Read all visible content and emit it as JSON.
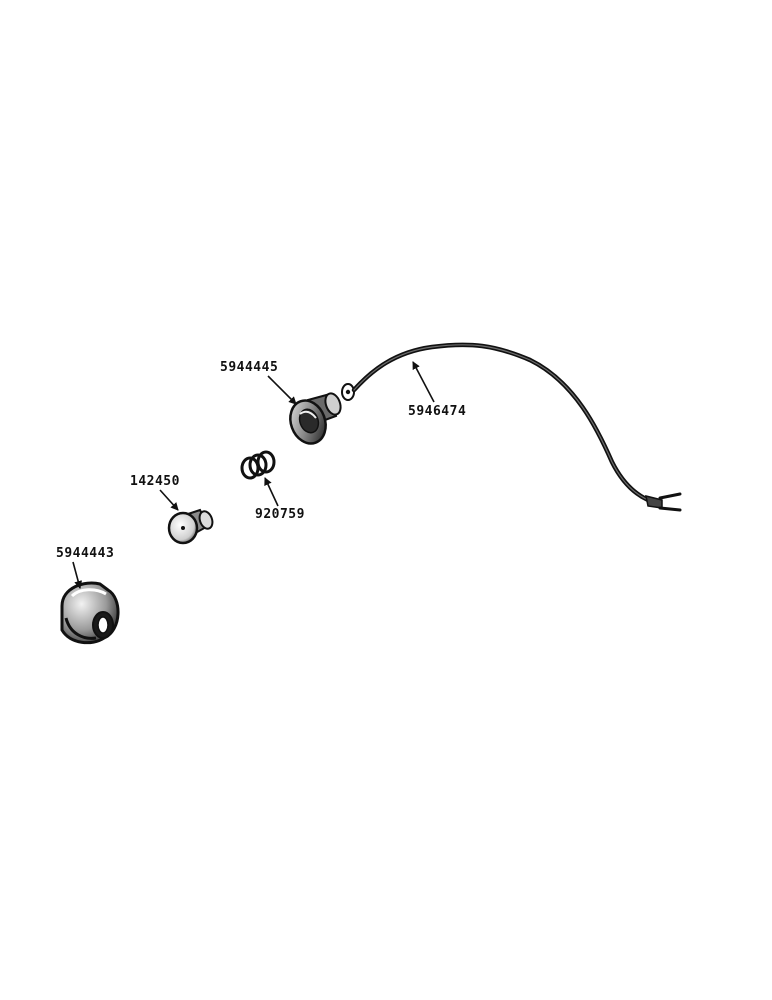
{
  "diagram": {
    "parts": [
      {
        "part_number": "5944445"
      },
      {
        "part_number": "5946474"
      },
      {
        "part_number": "142450"
      },
      {
        "part_number": "920759"
      },
      {
        "part_number": "5944443"
      }
    ]
  },
  "colors": {
    "ink": "#111111",
    "paper": "#ffffff"
  }
}
